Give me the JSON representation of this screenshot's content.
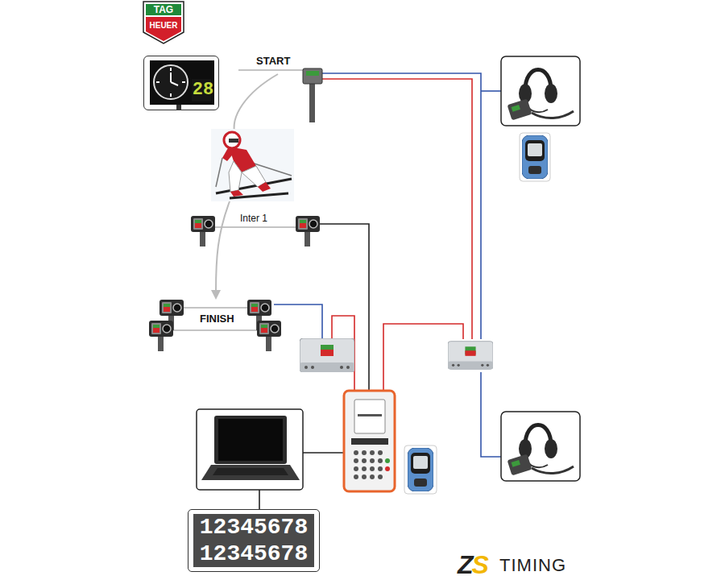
{
  "diagram": {
    "nodes": [
      {
        "text": [
          "28"
        ]
      },
      {
        "text": [
          "12345678",
          "12345678"
        ]
      }
    ],
    "labels": [
      "TAG",
      "HEUER",
      "START",
      "Inter 1",
      "FINISH",
      "ZS",
      "TIMING"
    ]
  }
}
